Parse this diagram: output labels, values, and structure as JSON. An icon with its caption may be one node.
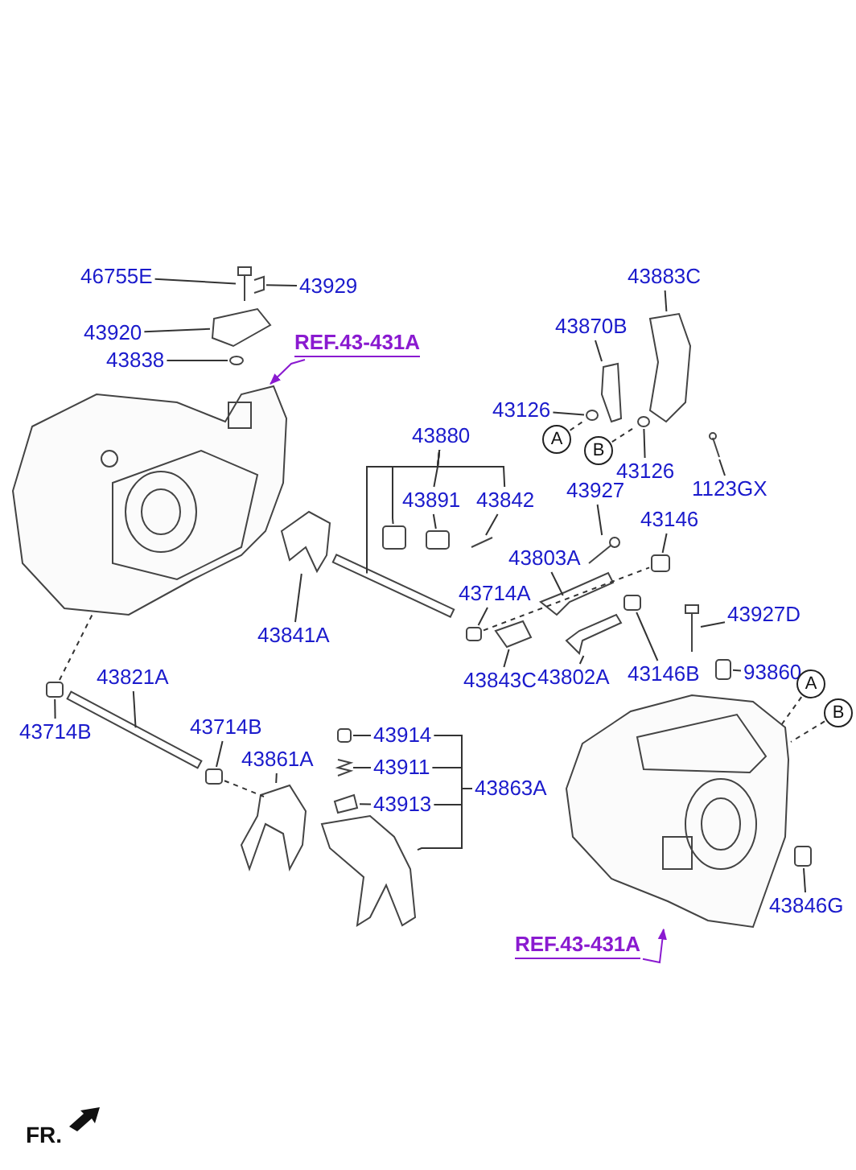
{
  "diagram": {
    "nodes": [
      {
        "text": [
          "46755E"
        ]
      },
      {
        "text": [
          "43929"
        ]
      },
      {
        "text": [
          "43920"
        ]
      },
      {
        "text": [
          "43838"
        ]
      },
      {
        "text": [
          "REF.43-431A"
        ]
      },
      {
        "text": [
          "43883C"
        ]
      },
      {
        "text": [
          "43870B"
        ]
      },
      {
        "text": [
          "43126"
        ]
      },
      {
        "text": [
          "A"
        ]
      },
      {
        "text": [
          "B"
        ]
      },
      {
        "text": [
          "43126"
        ]
      },
      {
        "text": [
          "1123GX"
        ]
      },
      {
        "text": [
          "43880"
        ]
      },
      {
        "text": [
          "43891"
        ]
      },
      {
        "text": [
          "43842"
        ]
      },
      {
        "text": [
          "43146"
        ]
      },
      {
        "text": [
          "43927"
        ]
      },
      {
        "text": [
          "43803A"
        ]
      },
      {
        "text": [
          "43841A"
        ]
      },
      {
        "text": [
          "43714A"
        ]
      },
      {
        "text": [
          "43927D"
        ]
      },
      {
        "text": [
          "43843C"
        ]
      },
      {
        "text": [
          "43802A"
        ]
      },
      {
        "text": [
          "43146B"
        ]
      },
      {
        "text": [
          "93860"
        ]
      },
      {
        "text": [
          "A"
        ]
      },
      {
        "text": [
          "B"
        ]
      },
      {
        "text": [
          "43714B"
        ]
      },
      {
        "text": [
          "43821A"
        ]
      },
      {
        "text": [
          "43714B"
        ]
      },
      {
        "text": [
          "43861A"
        ]
      },
      {
        "text": [
          "43914"
        ]
      },
      {
        "text": [
          "43911"
        ]
      },
      {
        "text": [
          "43913"
        ]
      },
      {
        "text": [
          "43863A"
        ]
      },
      {
        "text": [
          "43846G"
        ]
      },
      {
        "text": [
          "REF.43-431A"
        ]
      },
      {
        "text": [],
        "shape": "picture"
      },
      {
        "text": [],
        "shape": "picture"
      },
      {
        "text": [],
        "shape": "picture"
      },
      {
        "text": [],
        "shape": "picture"
      },
      {
        "text": [],
        "shape": "circle"
      },
      {
        "text": [],
        "shape": "picture"
      },
      {
        "text": [],
        "shape": "picture"
      },
      {
        "text": [],
        "shape": "circle"
      },
      {
        "text": [],
        "shape": "circle"
      },
      {
        "text": [],
        "shape": "picture"
      },
      {
        "text": [],
        "shape": "bar"
      },
      {
        "text": [],
        "shape": "picture"
      },
      {
        "text": [],
        "shape": "box"
      },
      {
        "text": [],
        "shape": "box"
      },
      {
        "text": [],
        "shape": "picture"
      },
      {
        "text": [],
        "shape": "box"
      },
      {
        "text": [],
        "shape": "picture"
      },
      {
        "text": [],
        "shape": "picture"
      },
      {
        "text": [],
        "shape": "box"
      },
      {
        "text": [],
        "shape": "picture"
      },
      {
        "text": [],
        "shape": "picture"
      },
      {
        "text": [],
        "shape": "picture"
      },
      {
        "text": [],
        "shape": "box"
      },
      {
        "text": [],
        "shape": "box"
      },
      {
        "text": [],
        "shape": "picture"
      },
      {
        "text": [],
        "shape": "box"
      },
      {
        "text": [],
        "shape": "box"
      },
      {
        "text": [],
        "shape": "bar"
      },
      {
        "text": [],
        "shape": "box"
      },
      {
        "text": [],
        "shape": "picture"
      },
      {
        "text": [],
        "shape": "box"
      },
      {
        "text": [],
        "shape": "picture"
      },
      {
        "text": [],
        "shape": "picture"
      },
      {
        "text": [],
        "shape": "picture"
      }
    ],
    "edges": [
      {
        "from": 0,
        "to": 38,
        "arrow": "none"
      },
      {
        "from": 1,
        "to": 39,
        "arrow": "none"
      },
      {
        "from": 2,
        "to": 40,
        "arrow": "none"
      },
      {
        "from": 3,
        "to": 41,
        "arrow": "none"
      },
      {
        "from": 4,
        "to": 37,
        "arrow": "to",
        "color": "#8a1ad0"
      },
      {
        "from": 5,
        "to": 42,
        "arrow": "none"
      },
      {
        "from": 6,
        "to": 43,
        "arrow": "none"
      },
      {
        "from": 7,
        "to": 44,
        "arrow": "none"
      },
      {
        "from": 8,
        "to": 44,
        "arrow": "none",
        "style": "dashed"
      },
      {
        "from": 9,
        "to": 45,
        "arrow": "none",
        "style": "dashed"
      },
      {
        "from": 10,
        "to": 45,
        "arrow": "none"
      },
      {
        "from": 11,
        "to": 46,
        "arrow": "none"
      },
      {
        "from": 12,
        "to": 47,
        "arrow": "none"
      },
      {
        "from": 12,
        "to": 49,
        "arrow": "none"
      },
      {
        "from": 12,
        "to": 13,
        "arrow": "none"
      },
      {
        "from": 12,
        "to": 14,
        "arrow": "none"
      },
      {
        "from": 13,
        "to": 50,
        "arrow": "none"
      },
      {
        "from": 14,
        "to": 51,
        "arrow": "none"
      },
      {
        "from": 15,
        "to": 52,
        "arrow": "none"
      },
      {
        "from": 16,
        "to": 53,
        "arrow": "none"
      },
      {
        "from": 17,
        "to": 54,
        "arrow": "none"
      },
      {
        "from": 18,
        "to": 48,
        "arrow": "none"
      },
      {
        "from": 19,
        "to": 55,
        "arrow": "none"
      },
      {
        "from": 20,
        "to": 56,
        "arrow": "none"
      },
      {
        "from": 21,
        "to": 57,
        "arrow": "none"
      },
      {
        "from": 22,
        "to": 58,
        "arrow": "none"
      },
      {
        "from": 23,
        "to": 59,
        "arrow": "none"
      },
      {
        "from": 24,
        "to": 60,
        "arrow": "none"
      },
      {
        "from": 25,
        "to": 61,
        "arrow": "none",
        "style": "dashed"
      },
      {
        "from": 26,
        "to": 61,
        "arrow": "none",
        "style": "dashed"
      },
      {
        "from": 27,
        "to": 63,
        "arrow": "none"
      },
      {
        "from": 28,
        "to": 64,
        "arrow": "none"
      },
      {
        "from": 29,
        "to": 65,
        "arrow": "none"
      },
      {
        "from": 30,
        "to": 66,
        "arrow": "none"
      },
      {
        "from": 31,
        "to": 67,
        "arrow": "none"
      },
      {
        "from": 32,
        "to": 68,
        "arrow": "none"
      },
      {
        "from": 33,
        "to": 69,
        "arrow": "none"
      },
      {
        "from": 34,
        "to": 31,
        "arrow": "none"
      },
      {
        "from": 34,
        "to": 32,
        "arrow": "none"
      },
      {
        "from": 34,
        "to": 33,
        "arrow": "none"
      },
      {
        "from": 34,
        "to": 70,
        "arrow": "none"
      },
      {
        "from": 35,
        "to": 62,
        "arrow": "none"
      },
      {
        "from": 36,
        "to": 61,
        "arrow": "to",
        "color": "#8a1ad0"
      },
      {
        "from": 63,
        "to": 37,
        "arrow": "none",
        "style": "dashed"
      },
      {
        "from": 65,
        "to": 66,
        "arrow": "none",
        "style": "dashed"
      },
      {
        "from": 55,
        "to": 52,
        "arrow": "none",
        "style": "dashed"
      }
    ],
    "labels": [
      "FR."
    ]
  }
}
